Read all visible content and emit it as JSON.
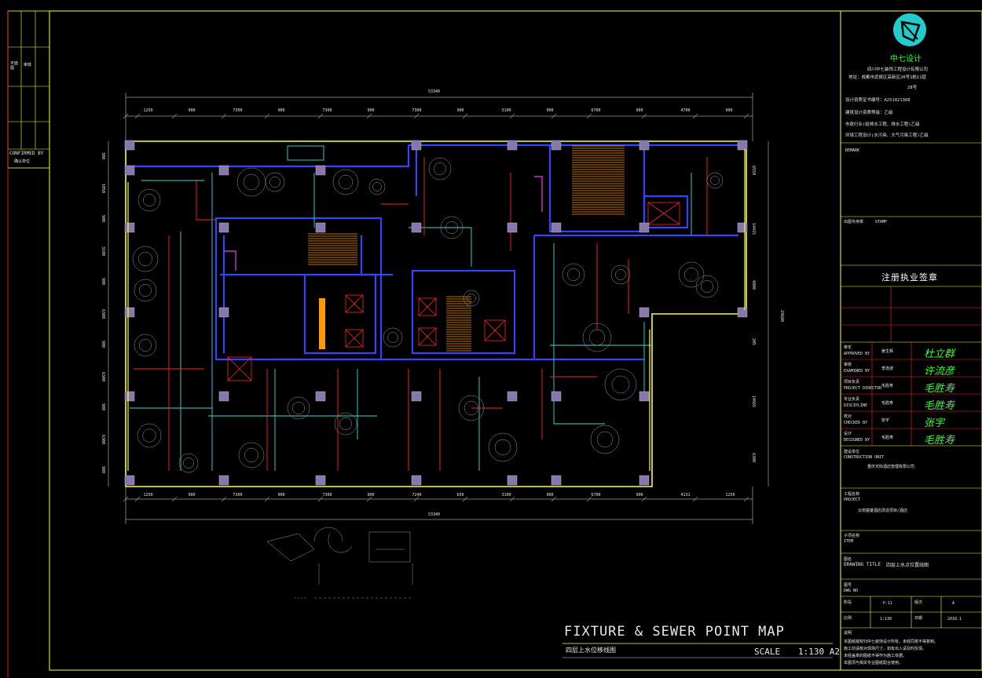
{
  "titles": {
    "main": "FIXTURE & SEWER POINT MAP",
    "sub": "四层上水位移线图",
    "scale_label": "SCALE",
    "scale_value": "1:130 A2"
  },
  "left_bar": {
    "label_top": "平面图",
    "label_mid": "审核",
    "label_confirm": "CONFIRMED BY",
    "label_confirm_cn": "确认单位"
  },
  "dimensions": {
    "top_total": "53340",
    "bottom_total": "53340",
    "right_total": "29680",
    "top_segments": [
      "1250",
      "900",
      "7300",
      "900",
      "7300",
      "900",
      "7300",
      "900",
      "3100",
      "900",
      "6700",
      "900",
      "4700",
      "900"
    ],
    "bottom_segments": [
      "1250",
      "900",
      "7300",
      "900",
      "7300",
      "900",
      "7240",
      "650",
      "3100",
      "900",
      "6700",
      "900",
      "4131",
      "1250"
    ],
    "left_segments": [
      "300",
      "1050",
      "900",
      "3100",
      "900",
      "6300",
      "900",
      "6300",
      "900",
      "6300",
      "900"
    ],
    "right_segments": [
      "6550",
      "14415",
      "4800",
      "205",
      "14665",
      "6300"
    ]
  },
  "room_label": "REMARK",
  "title_block": {
    "logo_text": "中七设计",
    "company": "四川中七装饰工程设计有限公司",
    "address": "地址：成都市武侯区高新区20号1栋11层",
    "floor_no": "28号",
    "license": "设计资质证书编号：A251021368",
    "line1": "建筑设计资质等级：乙级",
    "line2": "市政行业(给排水工程、排水工程)乙级",
    "line3": "环境工程设计(水污染、大气污染工程)乙级",
    "remark_label": "REMARK",
    "stamp_label": "STAMP",
    "stamp_cn": "出图专用章",
    "reg_seal": "注册执业签章",
    "rows": [
      {
        "cn": "审定",
        "en": "APPROVED BY",
        "name": "姜生辉",
        "sig": "杜立群"
      },
      {
        "cn": "审核",
        "en": "EXAMINED BY",
        "name": "李连波",
        "sig": "许流彦"
      },
      {
        "cn": "项目负责",
        "en": "PROJECT DIRECTOR",
        "name": "毛胜寿",
        "sig": "毛胜寿"
      },
      {
        "cn": "专业负责",
        "en": "DISCIPLINE",
        "name": "毛胜寿",
        "sig": "毛胜寿"
      },
      {
        "cn": "校对",
        "en": "CHECKED BY",
        "name": "张宇",
        "sig": "张宇"
      },
      {
        "cn": "设计",
        "en": "DESIGNED BY",
        "name": "毛胜寿",
        "sig": "毛胜寿"
      }
    ],
    "client_label": "建设单位",
    "client_en": "CONSTRUCTION UNIT",
    "client": "重庆天际酒店管理有限公司",
    "project_label": "工程名称",
    "project_en": "PROJECT",
    "project": "云南楚雄酒店改造项目/酒店",
    "subproject_label": "子项名称",
    "subproject_en": "ITEM",
    "drawing_title_label": "图名",
    "drawing_title_en": "DRAWING TITLE",
    "drawing_title": "四层上水点位置线图",
    "drawing_no_label": "图号",
    "drawing_no_en": "DWG NO",
    "phase_label": "阶段",
    "phase_value": "P-11",
    "version_label": "版次",
    "version_value": "A",
    "date_label": "日期",
    "date_value": "2018.1",
    "scale_label": "比例",
    "scale_value": "1:130",
    "notes_label": "说明",
    "notes": [
      "本图纸版权归中七装饰设计所有，未经同意不得复制。",
      "施工前请核对现场尺寸，如有出入请及时反馈。",
      "未经盖章的图纸不得作为施工依据。",
      "本图须与相关专业图纸配合使用。"
    ]
  },
  "colors": {
    "frame": "#ffff33",
    "wall": "#3344ff",
    "column": "#8877aa",
    "water": "#ff2222",
    "sewer": "#33dddd",
    "furniture": "#9a9a9a",
    "logo": "#22cccc",
    "stair": "#ff9900"
  }
}
